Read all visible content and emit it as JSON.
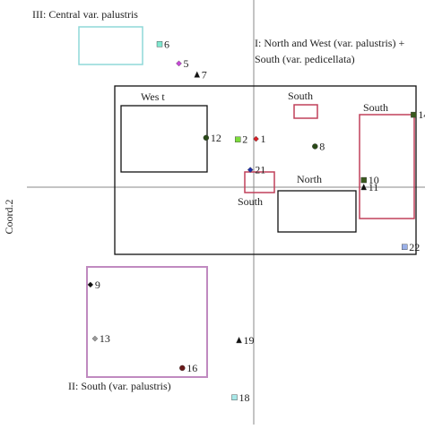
{
  "chart_data": {
    "type": "scatter",
    "ylabel": "Coord.2",
    "xlabel": "",
    "group_labels": {
      "group_I": "I: North and West (var. palustris) +",
      "group_I_line2": "South (var. pedicellata)",
      "group_II": "II: South (var. palustris)",
      "group_III": "III: Central var. palustris"
    },
    "cluster_labels": {
      "west": "Wes t",
      "south_top": "South",
      "south_right": "South",
      "south_mid": "South",
      "north": "North"
    },
    "box_colors": {
      "group_I": "#111111",
      "group_II": "#c08ac0",
      "group_III": "#8fd8d8",
      "cluster_plain": "#111111",
      "cluster_south": "#c0405a"
    },
    "points": [
      {
        "id": "1",
        "x": 0.02,
        "y": 2.58,
        "color": "#d92027",
        "shape": "diamond"
      },
      {
        "id": "2",
        "x": -0.14,
        "y": 2.55,
        "color": "#7ddc3c",
        "shape": "square"
      },
      {
        "id": "3",
        "x": 1.67,
        "y": 2.81,
        "color": "#1e4fd8",
        "shape": "triangle"
      },
      {
        "id": "4",
        "x": 2.24,
        "y": 2.77,
        "color": "#f4e21c",
        "shape": "circle"
      },
      {
        "id": "5",
        "x": -0.66,
        "y": 6.61,
        "color": "#c848d8",
        "shape": "diamond"
      },
      {
        "id": "6",
        "x": -0.83,
        "y": 7.64,
        "color": "#7fe8d0",
        "shape": "square"
      },
      {
        "id": "7",
        "x": -0.5,
        "y": 6.01,
        "color": "#111111",
        "shape": "triangle"
      },
      {
        "id": "8",
        "x": 0.54,
        "y": 2.18,
        "color": "#2a4a18",
        "shape": "circle"
      },
      {
        "id": "9",
        "x": -1.44,
        "y": -4.11,
        "color": "#111111",
        "shape": "diamond"
      },
      {
        "id": "10",
        "x": 0.97,
        "y": 0.38,
        "color": "#3a5a1e",
        "shape": "square"
      },
      {
        "id": "11",
        "x": 0.97,
        "y": 0.0,
        "color": "#111111",
        "shape": "triangle"
      },
      {
        "id": "12",
        "x": -0.42,
        "y": 2.64,
        "color": "#2a4a18",
        "shape": "circle"
      },
      {
        "id": "13",
        "x": -1.4,
        "y": -6.38,
        "color": "#9a9a9a",
        "shape": "diamond"
      },
      {
        "id": "14",
        "x": 1.41,
        "y": 3.87,
        "color": "#3a5a1e",
        "shape": "square"
      },
      {
        "id": "15",
        "x": 2.4,
        "y": 1.45,
        "color": "#1e4fd8",
        "shape": "triangle"
      },
      {
        "id": "16",
        "x": -0.63,
        "y": -7.62,
        "color": "#6a1a1a",
        "shape": "circle"
      },
      {
        "id": "17",
        "x": 2.2,
        "y": -0.78,
        "color": "#f5e6a0",
        "shape": "square"
      },
      {
        "id": "18",
        "x": -0.17,
        "y": -8.86,
        "color": "#a8e8e8",
        "shape": "square"
      },
      {
        "id": "19",
        "x": -0.13,
        "y": -6.45,
        "color": "#111111",
        "shape": "triangle"
      },
      {
        "id": "20",
        "x": 2.23,
        "y": -1.34,
        "color": "#d92027",
        "shape": "circle"
      },
      {
        "id": "21",
        "x": -0.03,
        "y": 0.93,
        "color": "#1e2fa8",
        "shape": "diamond"
      },
      {
        "id": "22",
        "x": 1.33,
        "y": -2.52,
        "color": "#9ab0e8",
        "shape": "square"
      },
      {
        "id": "23",
        "x": 1.86,
        "y": -1.07,
        "color": "#111111",
        "shape": "triangle"
      },
      {
        "id": "24",
        "x": 1.94,
        "y": -0.63,
        "color": "#c848d8",
        "shape": "circle"
      }
    ],
    "xlim": [
      -2.0,
      3.0
    ],
    "ylim": [
      -10.0,
      10.0
    ],
    "reference_lines": {
      "x": 0.0,
      "y": 0.0
    },
    "grid": false,
    "legend": "none"
  }
}
